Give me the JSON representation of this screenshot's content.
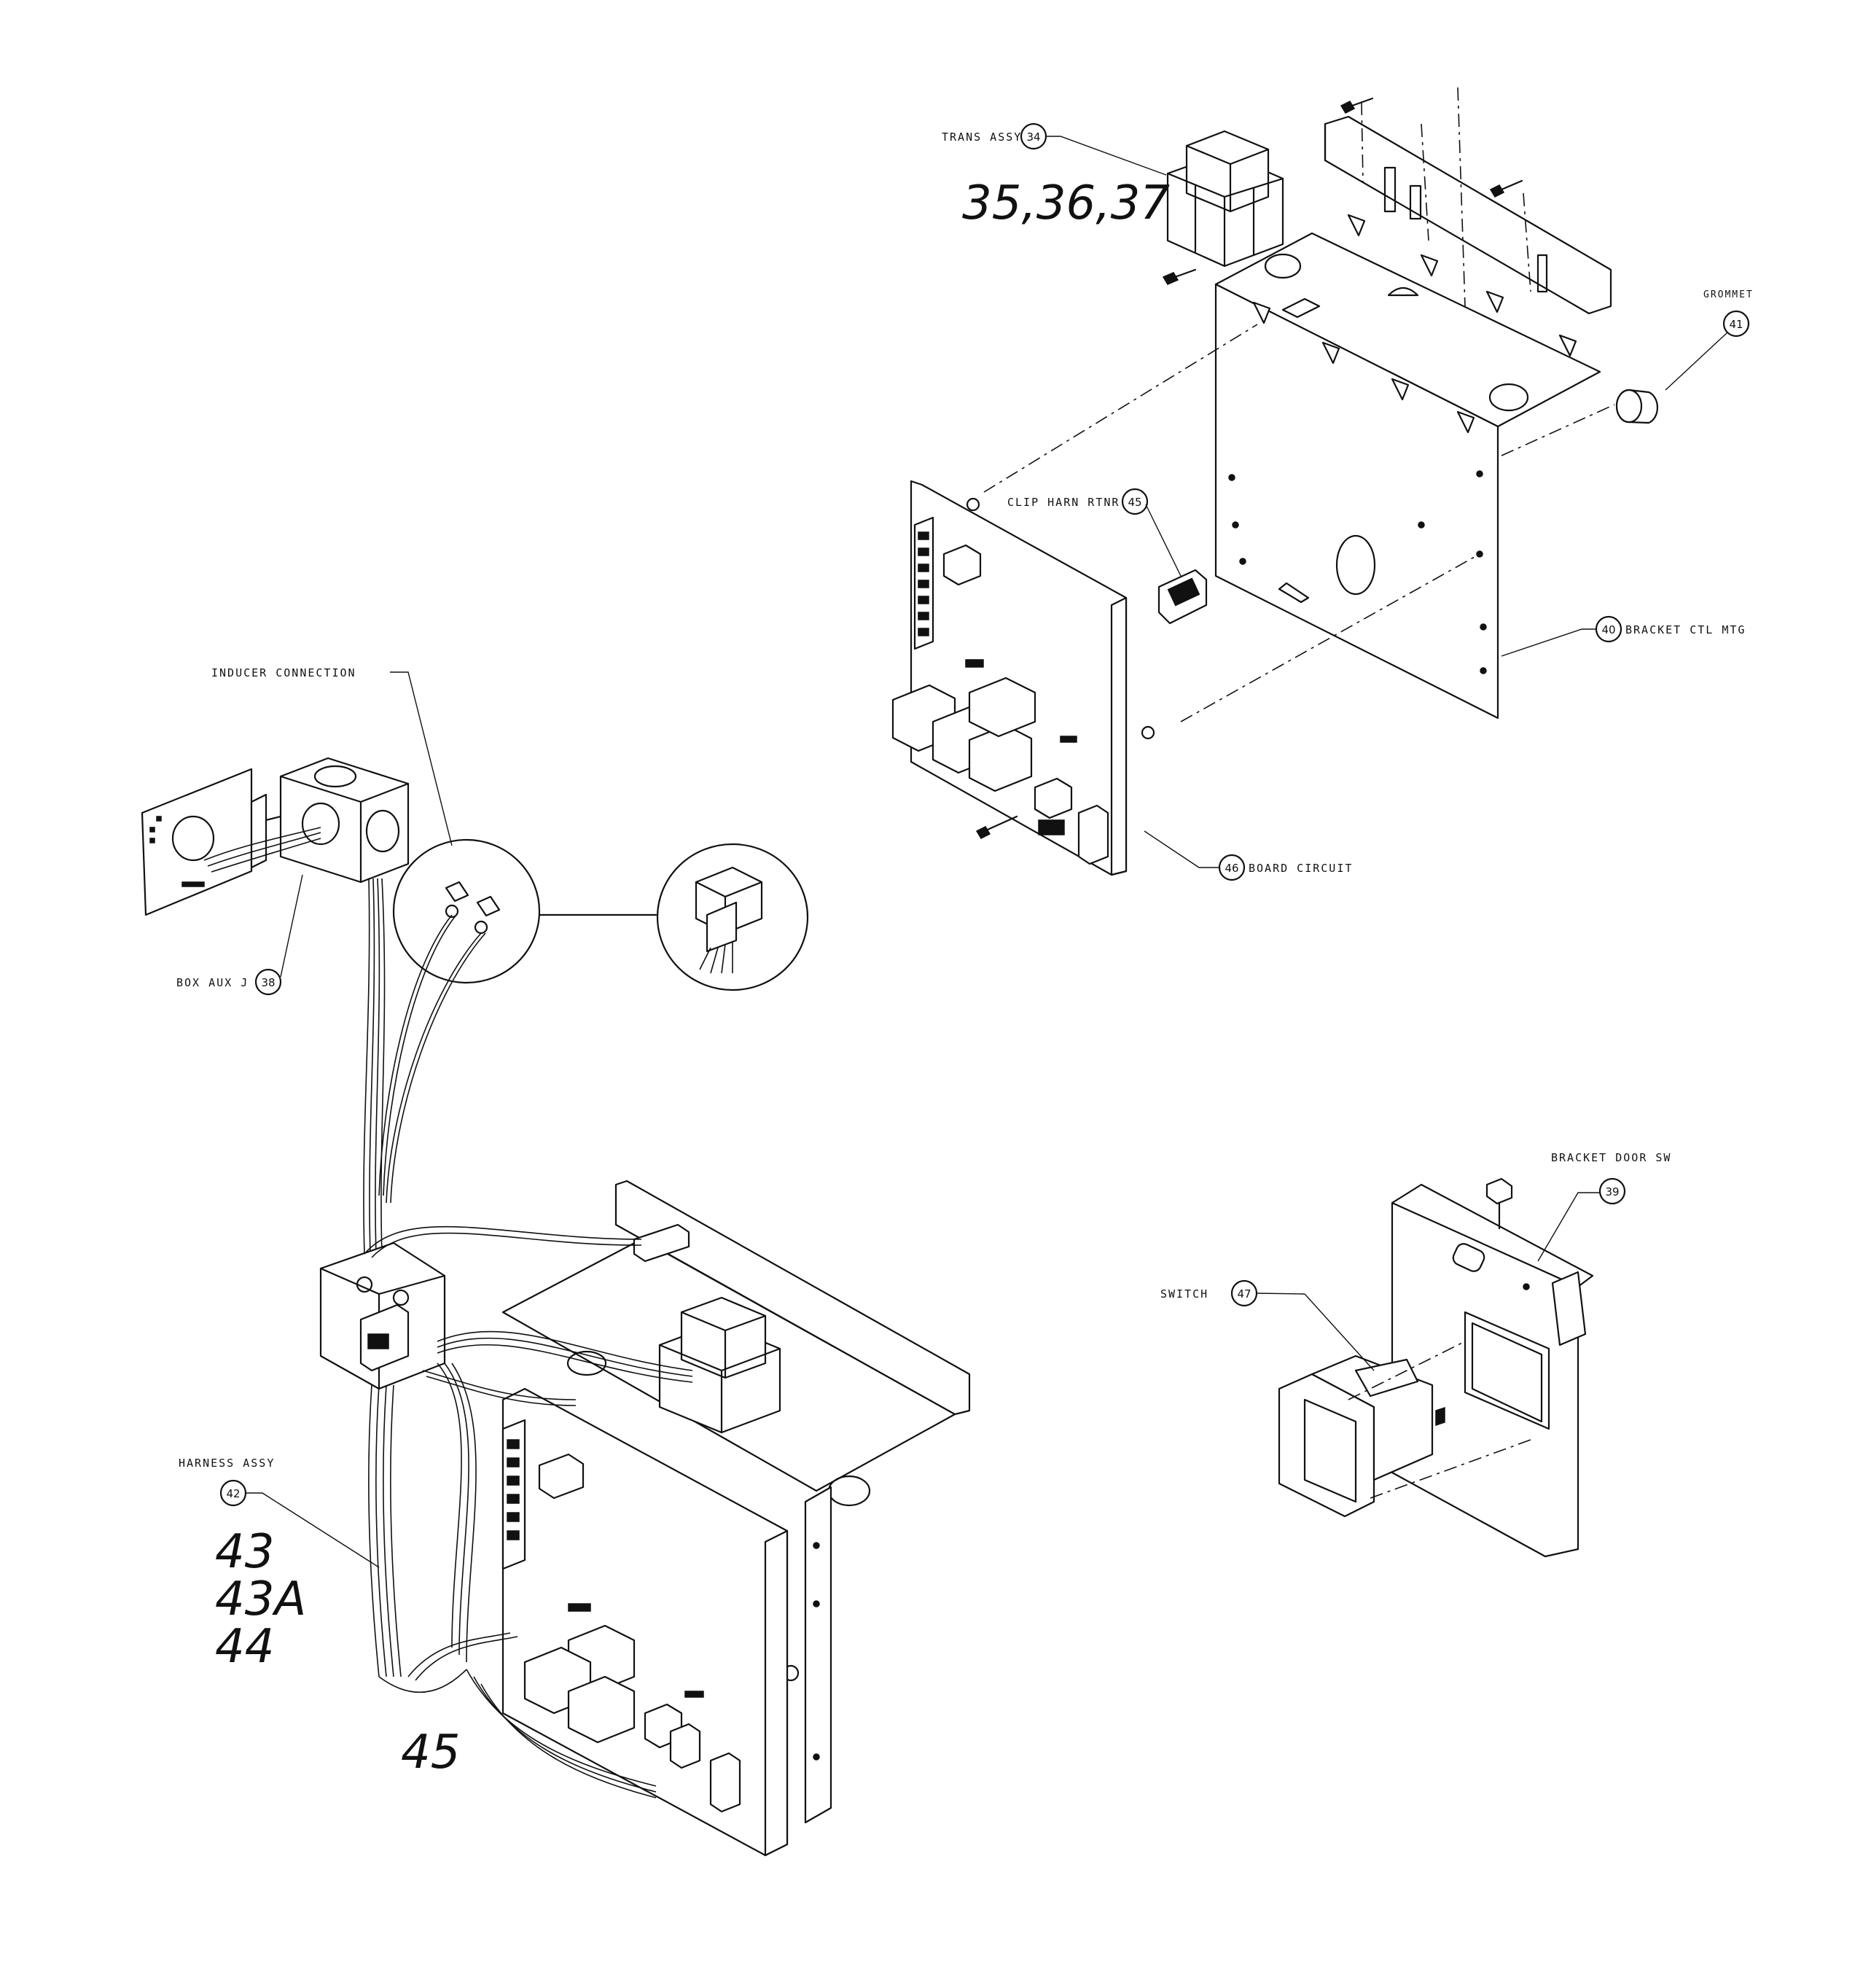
{
  "labels": {
    "trans_assy": "TRANS ASSY",
    "grommet": "GROMMET",
    "clip_harn_rtnr": "CLIP HARN RTNR",
    "bracket_ctl_mtg": "BRACKET CTL MTG",
    "board_circuit": "BOARD CIRCUIT",
    "inducer_connection": "INDUCER CONNECTION",
    "box_aux_j": "BOX AUX J",
    "bracket_door_sw": "BRACKET DOOR SW",
    "switch": "SWITCH",
    "harness_assy": "HARNESS ASSY"
  },
  "callouts": {
    "c34": "34",
    "c41": "41",
    "c45": "45",
    "c40": "40",
    "c46": "46",
    "c38": "38",
    "c39": "39",
    "c47": "47",
    "c42": "42"
  },
  "handwritten": {
    "trans_parts": "35,36,37",
    "harness_43": "43",
    "harness_43a": "43A",
    "harness_44": "44",
    "clip_45": "45"
  }
}
